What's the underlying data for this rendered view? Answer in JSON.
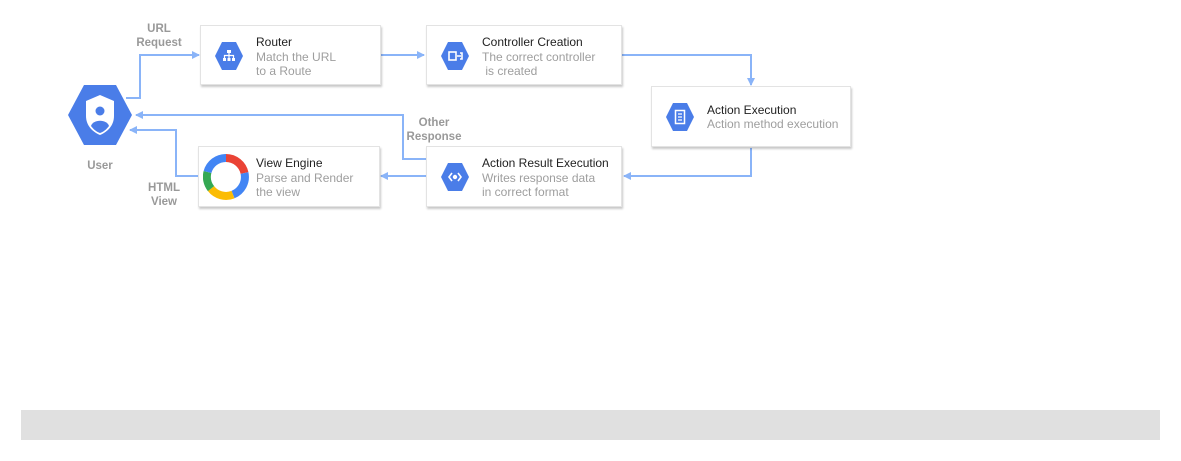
{
  "user": {
    "label": "User"
  },
  "nodes": {
    "router": {
      "title": "Router",
      "sub": "Match the URL\nto a Route",
      "icon": "network-icon"
    },
    "controller": {
      "title": "Controller Creation",
      "sub": "The correct controller\n is created",
      "icon": "controller-icon"
    },
    "action": {
      "title": "Action Execution",
      "sub": "Action method execution",
      "icon": "document-icon"
    },
    "result": {
      "title": "Action Result Execution",
      "sub": "Writes response data\nin correct format",
      "icon": "gear-code-icon"
    },
    "view": {
      "title": "View Engine",
      "sub": "Parse and Render\nthe view",
      "icon": "ring-logo-icon"
    }
  },
  "edges": {
    "url_request": "URL\nRequest",
    "other_response": "Other\nResponse",
    "html_view": "HTML\nView"
  },
  "colors": {
    "accent": "#4a7de8",
    "wire": "#8ab4f8",
    "muted": "#999999"
  }
}
